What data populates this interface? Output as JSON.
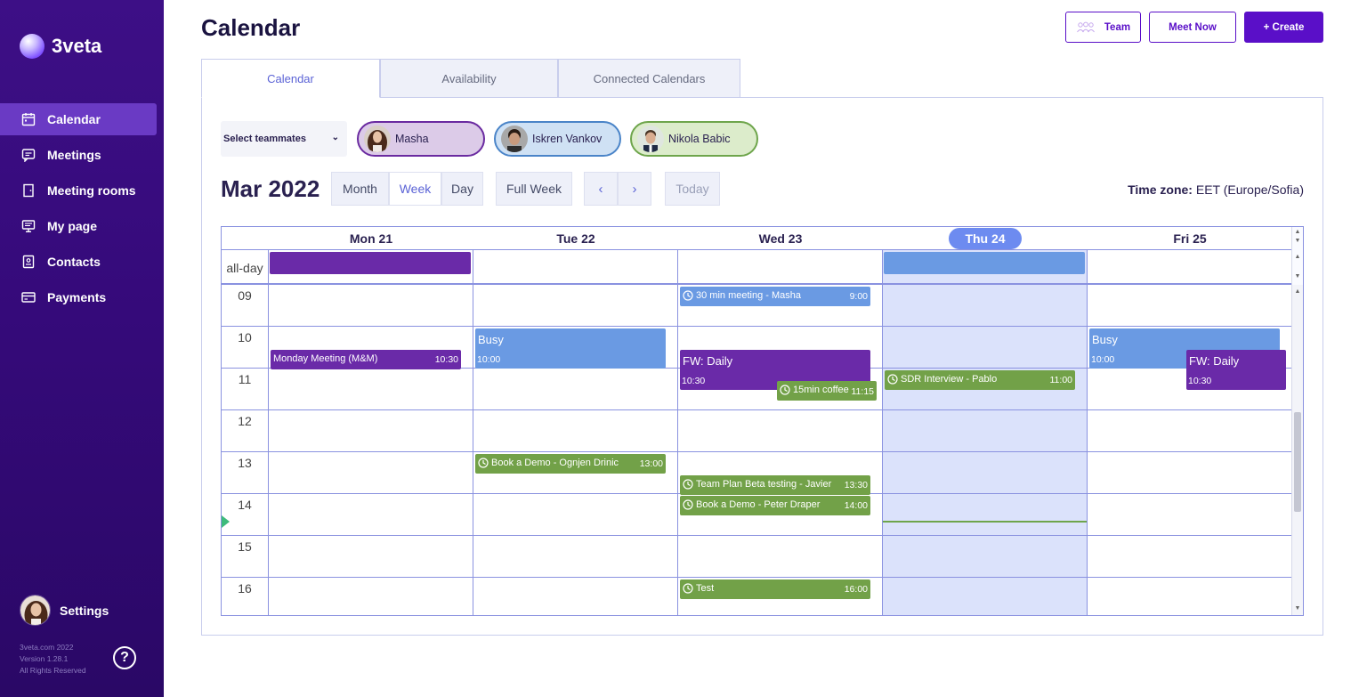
{
  "app": {
    "name": "3veta"
  },
  "sidebar": {
    "items": [
      {
        "label": "Calendar",
        "icon": "calendar-icon",
        "active": true
      },
      {
        "label": "Meetings",
        "icon": "chat-icon"
      },
      {
        "label": "Meeting rooms",
        "icon": "door-icon"
      },
      {
        "label": "My page",
        "icon": "monitor-icon"
      },
      {
        "label": "Contacts",
        "icon": "contact-card-icon"
      },
      {
        "label": "Payments",
        "icon": "credit-card-icon"
      }
    ],
    "settings_label": "Settings",
    "footer": {
      "line1": "3veta.com 2022",
      "line2": "Version 1.28.1",
      "line3": "All Rights Reserved"
    },
    "help_label": "?"
  },
  "header": {
    "title": "Calendar",
    "team_label": "Team",
    "meet_now_label": "Meet Now",
    "create_label": "+ Create"
  },
  "tabs": [
    {
      "label": "Calendar",
      "active": true
    },
    {
      "label": "Availability"
    },
    {
      "label": "Connected Calendars"
    }
  ],
  "filters": {
    "select_label": "Select teammates",
    "teammates": [
      {
        "name": "Masha",
        "color": "#dccbe8",
        "border": "#6a2aa0"
      },
      {
        "name": "Iskren Vankov",
        "color": "#cfe1f4",
        "border": "#4a84c8"
      },
      {
        "name": "Nikola Babic",
        "color": "#dceccb",
        "border": "#6ea54b"
      }
    ]
  },
  "toolbar": {
    "period": "Mar 2022",
    "views": [
      "Month",
      "Week",
      "Day"
    ],
    "active_view": "Week",
    "full_week_label": "Full Week",
    "prev": "‹",
    "next": "›",
    "today_label": "Today",
    "timezone_label": "Time zone:",
    "timezone_value": "EET (Europe/Sofia)"
  },
  "calendar": {
    "days": [
      "Mon 21",
      "Tue 22",
      "Wed 23",
      "Thu 24",
      "Fri 25"
    ],
    "today_index": 3,
    "allday_label": "all-day",
    "hours": [
      "09",
      "10",
      "11",
      "12",
      "13",
      "14",
      "15",
      "16"
    ],
    "now_time": "14:40",
    "allday_events": [
      {
        "day": 0,
        "color": "#6a2aa8"
      },
      {
        "day": 3,
        "color": "#6a9ae3"
      }
    ],
    "events": [
      {
        "title": "30 min meeting - Masha",
        "time": "9:00",
        "day": 2,
        "start": 9.0,
        "end": 9.5,
        "kind": "green-like-blue",
        "color": "blue",
        "icon": true
      },
      {
        "title": "Monday Meeting (M&M)",
        "time": "10:30",
        "day": 0,
        "start": 10.5,
        "end": 11.0,
        "color": "purple"
      },
      {
        "title": "Busy",
        "time": "10:00",
        "day": 1,
        "start": 10.0,
        "end": 11.0,
        "color": "blue",
        "big": true
      },
      {
        "title": "FW: Daily",
        "time": "10:30",
        "day": 2,
        "start": 10.5,
        "end": 11.5,
        "color": "purple",
        "big": true
      },
      {
        "title": "15min coffee",
        "time": "11:15",
        "day": 2,
        "start": 11.25,
        "end": 11.75,
        "color": "green",
        "icon": true,
        "inline_time": true,
        "right_half": true
      },
      {
        "title": "SDR Interview - Pablo",
        "time": "11:00",
        "day": 3,
        "start": 11.0,
        "end": 11.5,
        "color": "green",
        "icon": true
      },
      {
        "title": "Busy",
        "time": "10:00",
        "day": 4,
        "start": 10.0,
        "end": 11.0,
        "color": "blue",
        "big": true
      },
      {
        "title": "FW: Daily",
        "time": "10:30",
        "day": 4,
        "start": 10.5,
        "end": 11.5,
        "color": "purple",
        "big": true,
        "right_half": true
      },
      {
        "title": "Book a Demo - Ognjen Drinic",
        "time": "13:00",
        "day": 1,
        "start": 13.0,
        "end": 13.5,
        "color": "green",
        "icon": true
      },
      {
        "title": "Team Plan Beta testing - Javier",
        "time": "13:30",
        "day": 2,
        "start": 13.5,
        "end": 14.0,
        "color": "green",
        "icon": true
      },
      {
        "title": "Book a Demo - Peter Draper",
        "time": "14:00",
        "day": 2,
        "start": 14.0,
        "end": 14.5,
        "color": "green",
        "icon": true
      },
      {
        "title": "Test",
        "time": "16:00",
        "day": 2,
        "start": 16.0,
        "end": 16.5,
        "color": "green",
        "icon": true
      }
    ]
  }
}
